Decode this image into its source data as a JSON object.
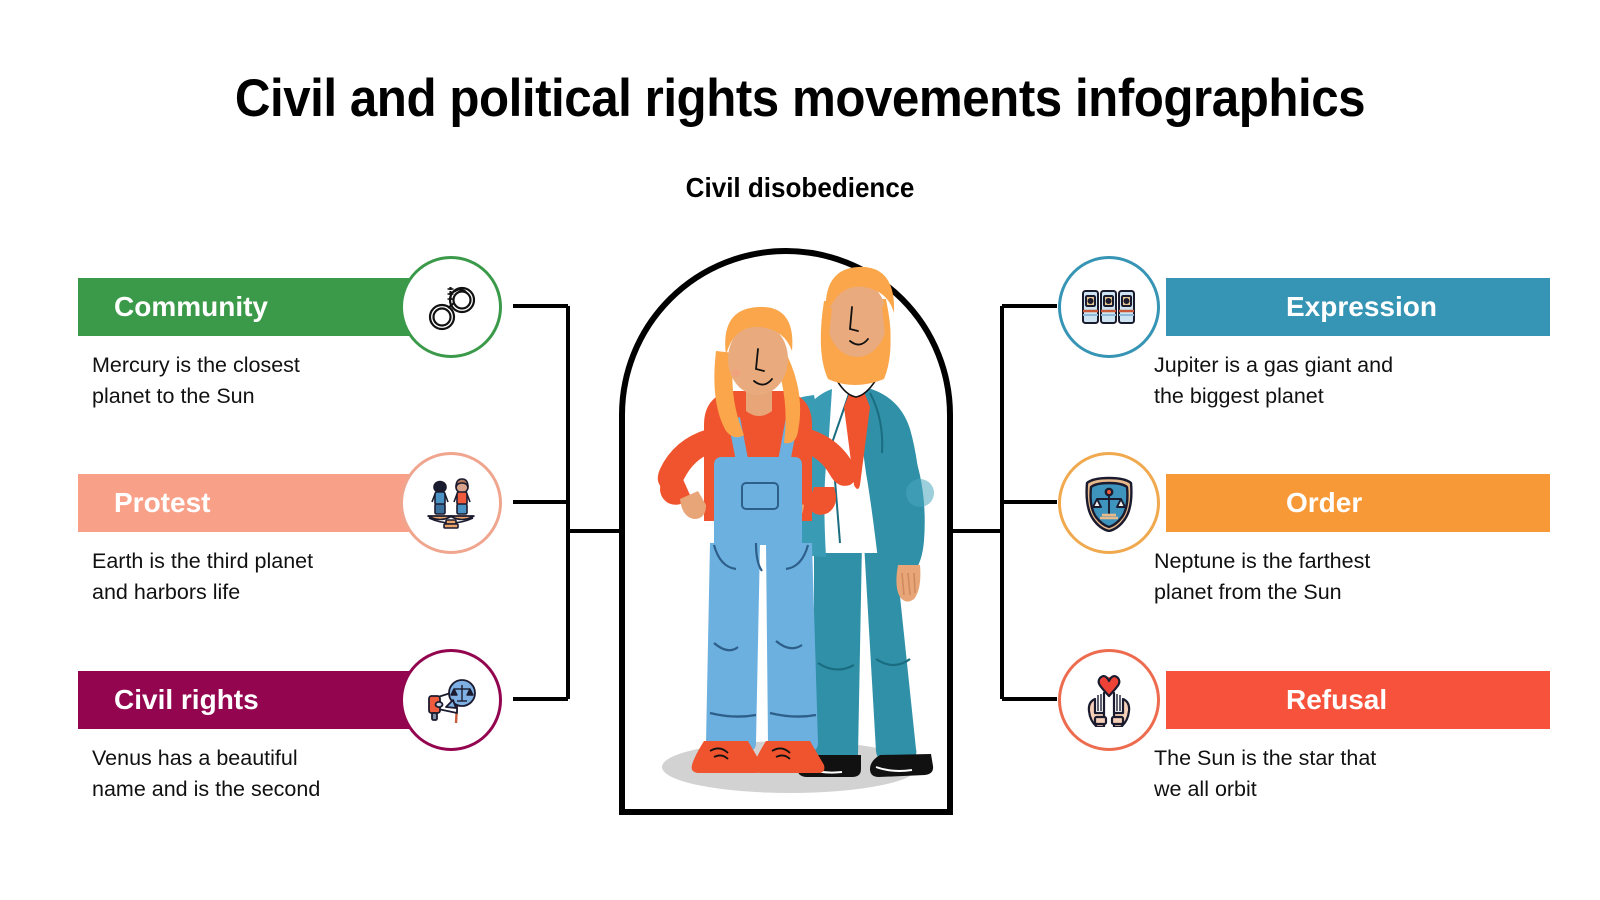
{
  "header": {
    "title": "Civil and political rights movements infographics",
    "subtitle": "Civil disobedience"
  },
  "colors": {
    "community": "#3B9A4A",
    "protest": "#F9A089",
    "civil_rights": "#93054F",
    "expression": "#3694B4",
    "order": "#F89938",
    "refusal": "#F7523C",
    "line": "#000000",
    "text": "#111111",
    "label_text": "#FFFFFF"
  },
  "left_items": [
    {
      "label": "Community",
      "description": "Mercury is the closest\nplanet to the Sun",
      "color": "#3B9A4A",
      "icon": "handcuffs-icon"
    },
    {
      "label": "Protest",
      "description": "Earth is the third planet\nand harbors life",
      "color": "#F9A089",
      "icon": "balance-people-icon"
    },
    {
      "label": "Civil rights",
      "description": "Venus has a beautiful\nname and is the second",
      "color": "#93054F",
      "icon": "megaphone-justice-icon"
    }
  ],
  "right_items": [
    {
      "label": "Expression",
      "description": "Jupiter is a gas giant and\nthe biggest planet",
      "color": "#3694B4",
      "icon": "voting-booths-icon"
    },
    {
      "label": "Order",
      "description": "Neptune is the farthest\nplanet from the Sun",
      "color": "#F89938",
      "icon": "shield-scales-icon"
    },
    {
      "label": "Refusal",
      "description": "The Sun is the star that\nwe all orbit",
      "color": "#F7523C",
      "icon": "hands-heart-icon"
    }
  ],
  "center": {
    "illustration": "two-people-standing-illustration",
    "frame": "arch-frame"
  }
}
